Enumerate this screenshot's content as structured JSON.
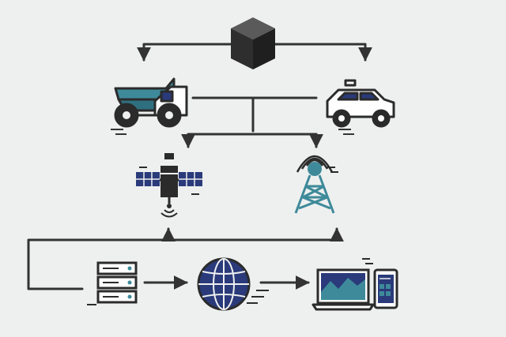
{
  "diagram": {
    "title": "",
    "nodes": [
      {
        "id": "cube",
        "icon": "cube-icon"
      },
      {
        "id": "mining-truck",
        "icon": "dump-truck-icon"
      },
      {
        "id": "car",
        "icon": "car-icon"
      },
      {
        "id": "satellite",
        "icon": "satellite-icon"
      },
      {
        "id": "cell-tower",
        "icon": "cell-tower-icon"
      },
      {
        "id": "server",
        "icon": "server-rack-icon"
      },
      {
        "id": "internet",
        "icon": "globe-icon"
      },
      {
        "id": "client-devices",
        "icon": "laptop-and-phone-icon"
      }
    ],
    "edges": [
      {
        "from": "cube",
        "to": "mining-truck"
      },
      {
        "from": "cube",
        "to": "car"
      },
      {
        "from": "mining-truck",
        "to": "satellite"
      },
      {
        "from": "mining-truck",
        "to": "cell-tower"
      },
      {
        "from": "car",
        "to": "satellite"
      },
      {
        "from": "car",
        "to": "cell-tower"
      },
      {
        "from": "satellite",
        "to": "server"
      },
      {
        "from": "cell-tower",
        "to": "server"
      },
      {
        "from": "server",
        "to": "internet"
      },
      {
        "from": "internet",
        "to": "client-devices"
      }
    ]
  },
  "colors": {
    "background": "#eef0ef",
    "line": "#333333",
    "dark": "#2b2b2b",
    "teal": "#3e8a9a",
    "navy": "#2a3a7a",
    "white": "#ffffff"
  }
}
